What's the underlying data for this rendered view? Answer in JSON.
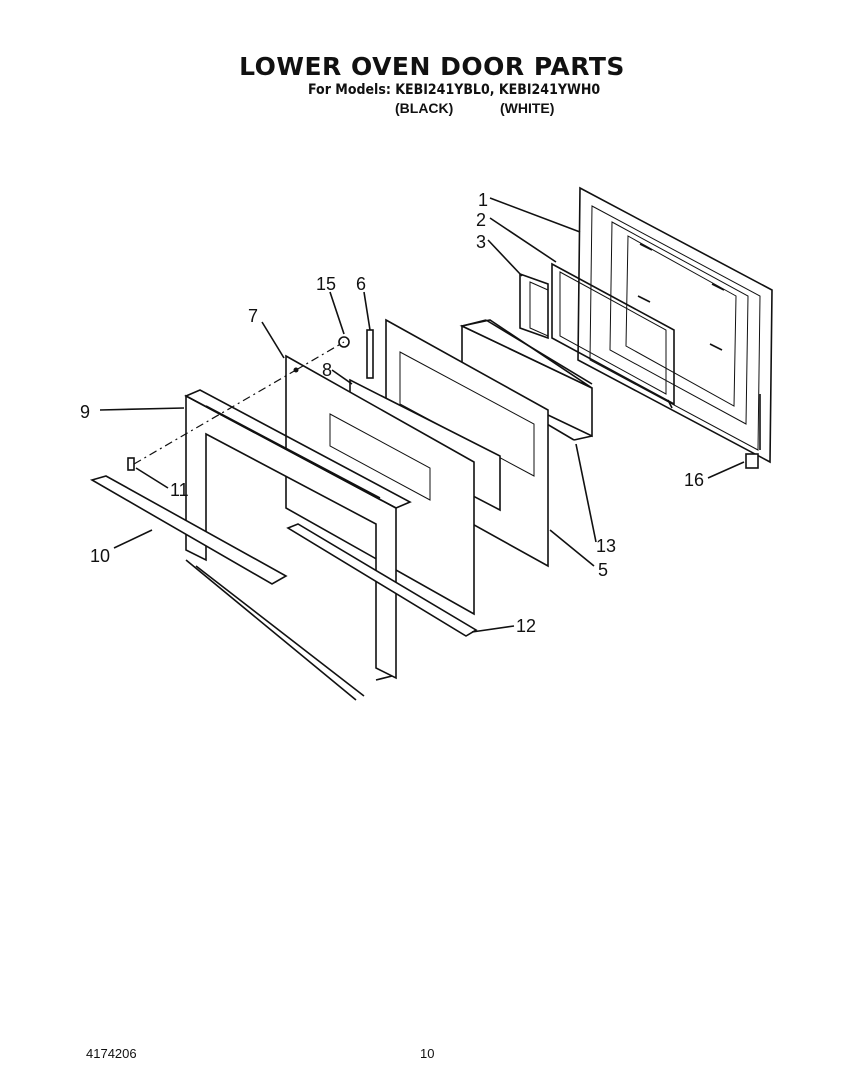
{
  "header": {
    "title": "LOWER OVEN DOOR PARTS",
    "models_line": "For Models: KEBI241YBL0, KEBI241YWH0",
    "color_black": "(BLACK)",
    "color_white": "(WHITE)"
  },
  "callouts": {
    "c1": "1",
    "c2": "2",
    "c3": "3",
    "c5": "5",
    "c6": "6",
    "c7": "7",
    "c8": "8",
    "c9": "9",
    "c10": "10",
    "c11": "11",
    "c12": "12",
    "c13": "13",
    "c15": "15",
    "c16": "16"
  },
  "footer": {
    "doc_number": "4174206",
    "page_number": "10"
  }
}
